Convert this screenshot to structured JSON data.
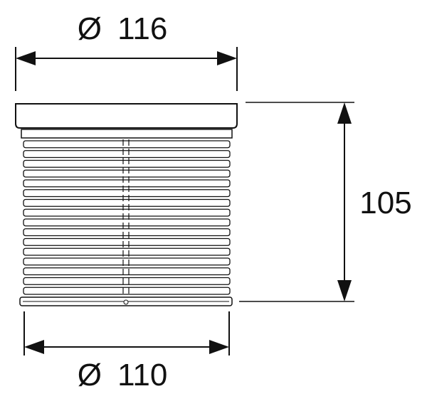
{
  "dimensions": {
    "top_diameter": {
      "symbol": "Ø",
      "value": "116"
    },
    "height": {
      "value": "105"
    },
    "bottom_diameter": {
      "symbol": "Ø",
      "value": "110"
    }
  },
  "colors": {
    "stroke": "#111111",
    "background": "#ffffff"
  }
}
